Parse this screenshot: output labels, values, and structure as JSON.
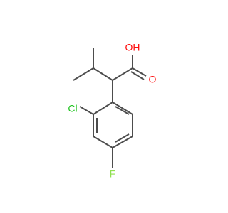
{
  "molecule": {
    "labels": {
      "hydroxyl": "OH",
      "carbonyl_oxygen": "O",
      "chlorine": "Cl",
      "fluorine": "F"
    },
    "colors": {
      "bond": "#4d4d4d",
      "oxygen": "#ff0d0d",
      "chlorine": "#1fc41f",
      "fluorine": "#90e050"
    }
  }
}
